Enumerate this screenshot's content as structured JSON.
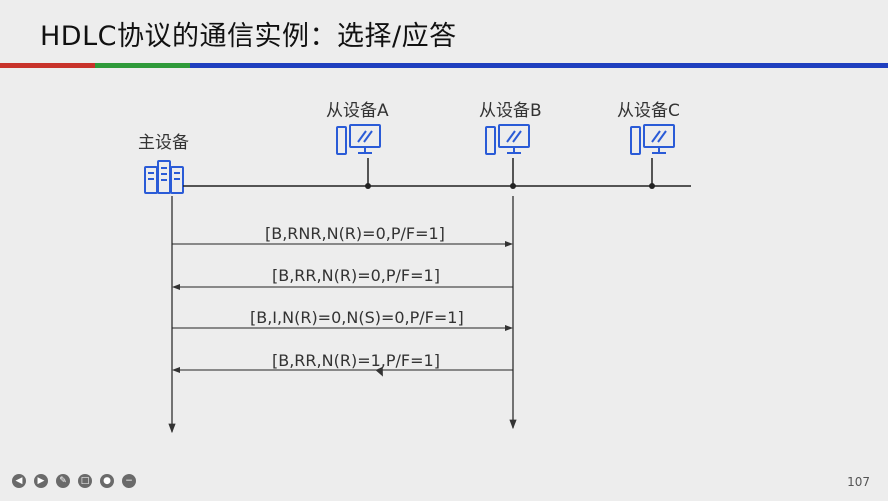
{
  "title": "HDLC协议的通信实例：选择/应答",
  "nodes": {
    "master": "主设备",
    "slave_a": "从设备A",
    "slave_b": "从设备B",
    "slave_c": "从设备C"
  },
  "messages": [
    "[B,RNR,N(R)=0,P/F=1]",
    "[B,RR,N(R)=0,P/F=1]",
    "[B,I,N(R)=0,N(S)=0,P/F=1]",
    "[B,RR,N(R)=1,P/F=1]"
  ],
  "page_number": "107",
  "toolbar_icons": [
    "prev-icon",
    "next-icon",
    "pen-icon",
    "screen-icon",
    "camera-icon",
    "minus-icon"
  ],
  "colors": {
    "bar_red": "#c8322a",
    "bar_green": "#2f9a3a",
    "bar_blue": "#1f3fbf",
    "icon_blue": "#2a5bd7"
  }
}
